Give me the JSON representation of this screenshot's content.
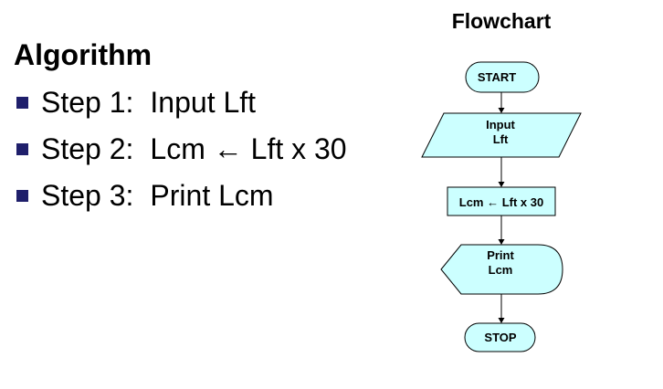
{
  "algorithm": {
    "title": "Algorithm",
    "steps": [
      {
        "label": "Step 1:",
        "text": "Input Lft"
      },
      {
        "label": "Step 2:",
        "text": "Lcm ← Lft x 30"
      },
      {
        "label": "Step 3:",
        "text": "Print Lcm"
      }
    ]
  },
  "flowchart": {
    "title": "Flowchart",
    "nodes": [
      {
        "shape": "terminal",
        "lines": [
          "START"
        ]
      },
      {
        "shape": "input",
        "lines": [
          "Input",
          "Lft"
        ]
      },
      {
        "shape": "process",
        "lines": [
          "Lcm ← Lft x 30"
        ]
      },
      {
        "shape": "display",
        "lines": [
          "Print",
          "Lcm"
        ]
      },
      {
        "shape": "terminal",
        "lines": [
          "STOP"
        ]
      }
    ]
  },
  "colors": {
    "shape_fill": "#ccffff",
    "stroke": "#000000",
    "bullet": "#1f1f6b"
  }
}
